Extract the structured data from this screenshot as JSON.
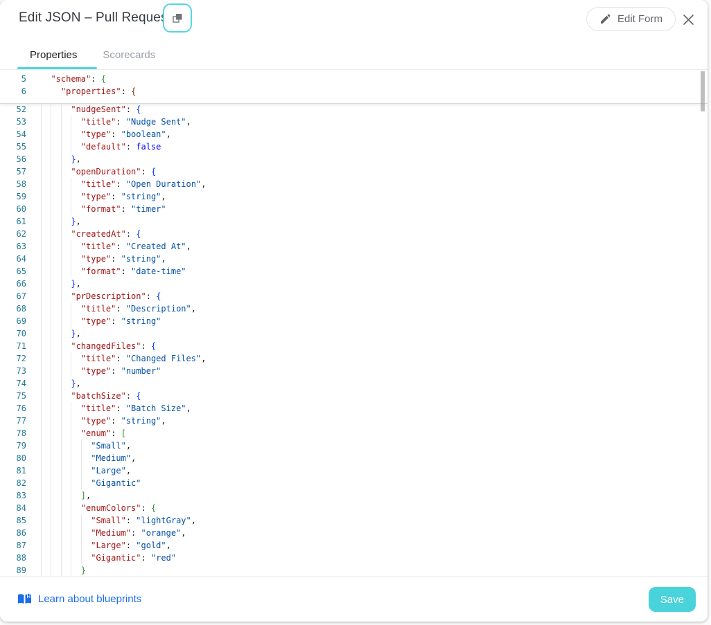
{
  "modal": {
    "title": "Edit JSON – Pull Request",
    "edit_form_label": "Edit Form",
    "icons": {
      "copy": "copy-icon",
      "pencil": "pencil-icon",
      "close": "close-icon",
      "book": "open-book-icon"
    }
  },
  "tabs": [
    {
      "label": "Properties",
      "active": true
    },
    {
      "label": "Scorecards",
      "active": false
    }
  ],
  "editor": {
    "sticky_lines": [
      {
        "n": 5,
        "text": "  \"schema\": {"
      },
      {
        "n": 6,
        "text": "    \"properties\": {"
      }
    ],
    "lines": [
      {
        "n": 52,
        "text": "      \"nudgeSent\": {"
      },
      {
        "n": 53,
        "text": "        \"title\": \"Nudge Sent\","
      },
      {
        "n": 54,
        "text": "        \"type\": \"boolean\","
      },
      {
        "n": 55,
        "text": "        \"default\": false"
      },
      {
        "n": 56,
        "text": "      },"
      },
      {
        "n": 57,
        "text": "      \"openDuration\": {"
      },
      {
        "n": 58,
        "text": "        \"title\": \"Open Duration\","
      },
      {
        "n": 59,
        "text": "        \"type\": \"string\","
      },
      {
        "n": 60,
        "text": "        \"format\": \"timer\""
      },
      {
        "n": 61,
        "text": "      },"
      },
      {
        "n": 62,
        "text": "      \"createdAt\": {"
      },
      {
        "n": 63,
        "text": "        \"title\": \"Created At\","
      },
      {
        "n": 64,
        "text": "        \"type\": \"string\","
      },
      {
        "n": 65,
        "text": "        \"format\": \"date-time\""
      },
      {
        "n": 66,
        "text": "      },"
      },
      {
        "n": 67,
        "text": "      \"prDescription\": {"
      },
      {
        "n": 68,
        "text": "        \"title\": \"Description\","
      },
      {
        "n": 69,
        "text": "        \"type\": \"string\""
      },
      {
        "n": 70,
        "text": "      },"
      },
      {
        "n": 71,
        "text": "      \"changedFiles\": {"
      },
      {
        "n": 72,
        "text": "        \"title\": \"Changed Files\","
      },
      {
        "n": 73,
        "text": "        \"type\": \"number\""
      },
      {
        "n": 74,
        "text": "      },"
      },
      {
        "n": 75,
        "text": "      \"batchSize\": {"
      },
      {
        "n": 76,
        "text": "        \"title\": \"Batch Size\","
      },
      {
        "n": 77,
        "text": "        \"type\": \"string\","
      },
      {
        "n": 78,
        "text": "        \"enum\": ["
      },
      {
        "n": 79,
        "text": "          \"Small\","
      },
      {
        "n": 80,
        "text": "          \"Medium\","
      },
      {
        "n": 81,
        "text": "          \"Large\","
      },
      {
        "n": 82,
        "text": "          \"Gigantic\""
      },
      {
        "n": 83,
        "text": "        ],"
      },
      {
        "n": 84,
        "text": "        \"enumColors\": {"
      },
      {
        "n": 85,
        "text": "          \"Small\": \"lightGray\","
      },
      {
        "n": 86,
        "text": "          \"Medium\": \"orange\","
      },
      {
        "n": 87,
        "text": "          \"Large\": \"gold\","
      },
      {
        "n": 88,
        "text": "          \"Gigantic\": \"red\""
      },
      {
        "n": 89,
        "text": "        }"
      }
    ],
    "colors": {
      "key": "#a31515",
      "string": "#0451a5",
      "keyword": "#0000ff",
      "punctuation": "#1b1b1b",
      "brackets": [
        "#0431fa",
        "#319331",
        "#7b3814"
      ],
      "line_number": "#237893"
    }
  },
  "footer": {
    "link_label": "Learn about blueprints",
    "save_label": "Save"
  },
  "theme": {
    "accent_teal": "#49d3da",
    "tab_underline": "#4ed7dd",
    "link_blue": "#1b6ceb",
    "muted_gray": "#5f6368"
  }
}
